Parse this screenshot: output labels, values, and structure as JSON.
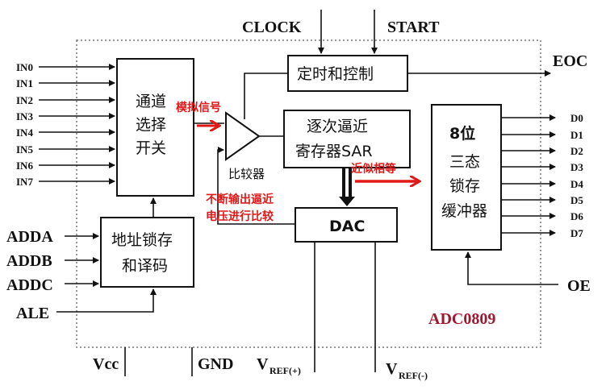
{
  "pins": {
    "in": [
      "IN0",
      "IN1",
      "IN2",
      "IN3",
      "IN4",
      "IN5",
      "IN6",
      "IN7"
    ],
    "addr": [
      "ADDA",
      "ADDB",
      "ADDC"
    ],
    "ale": "ALE",
    "clock": "CLOCK",
    "start": "START",
    "eoc": "EOC",
    "d": [
      "D0",
      "D1",
      "D2",
      "D3",
      "D4",
      "D5",
      "D6",
      "D7"
    ],
    "oe": "OE",
    "vcc": "Vcc",
    "gnd": "GND",
    "vref_pos": "V",
    "vref_pos_sub": "REF(+)",
    "vref_neg": "V",
    "vref_neg_sub": "REF(-)"
  },
  "blocks": {
    "mux": [
      "通道",
      "选择",
      "开关"
    ],
    "addr_latch": [
      "地址锁存",
      "和译码"
    ],
    "timing": "定时和控制",
    "sar": [
      "逐次逼近",
      "寄存器SAR"
    ],
    "dac": "DAC",
    "buffer": [
      "8位",
      "三态",
      "锁存",
      "缓冲器"
    ],
    "comparator": "比较器"
  },
  "annotations": {
    "analog_signal": "模拟信号",
    "approx_equal": "近似相等",
    "compare_note": [
      "不断输出逼近",
      "电压进行比较"
    ]
  },
  "chip_name": "ADC0809",
  "colors": {
    "line": "#111111",
    "note": "#e01818",
    "chip": "#a01830",
    "border": "#777777"
  }
}
